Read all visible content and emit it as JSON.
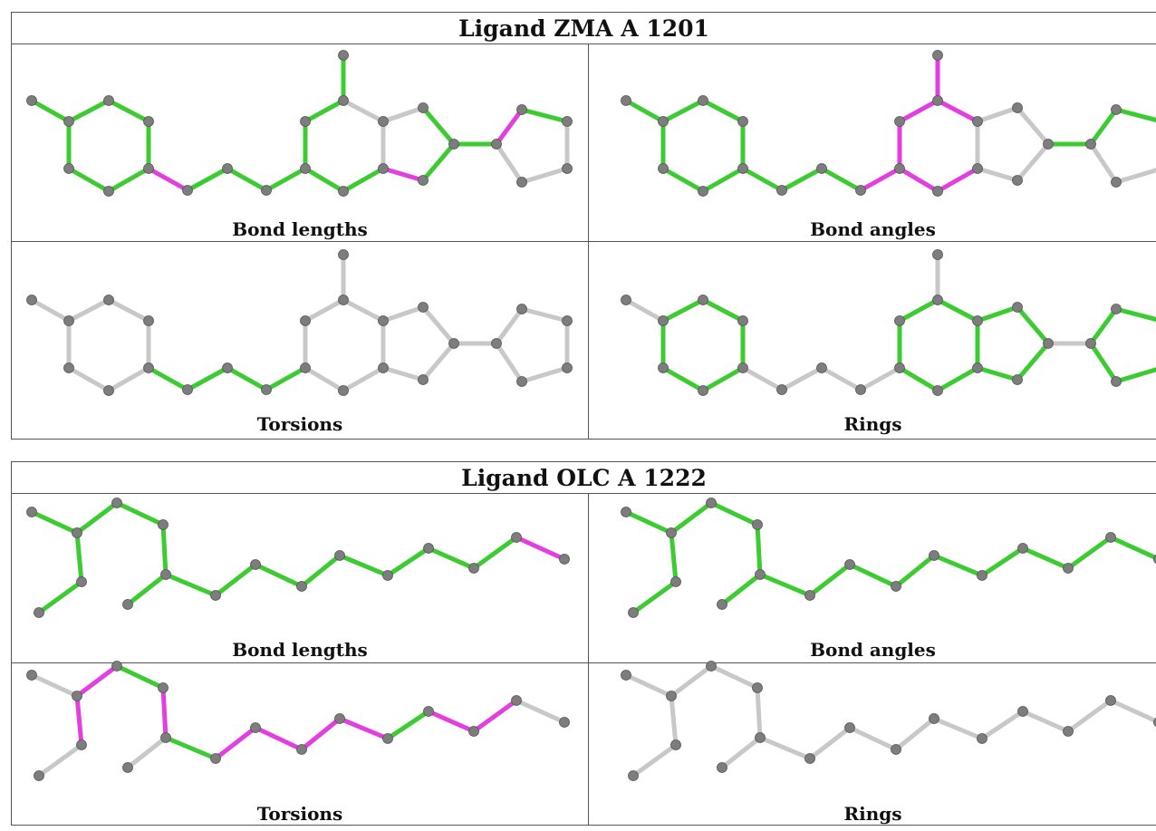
{
  "colors": {
    "green": "#3ccc32",
    "magenta": "#e33fe0",
    "gray": "#c8c8c8",
    "atom": "#7d7d7d"
  },
  "tables": [
    {
      "title": "Ligand ZMA A 1201",
      "molecule": "zma",
      "panels": [
        {
          "caption": "Bond lengths",
          "highlight": "bond_lengths"
        },
        {
          "caption": "Bond angles",
          "highlight": "bond_angles"
        },
        {
          "caption": "Torsions",
          "highlight": "torsions"
        },
        {
          "caption": "Rings",
          "highlight": "rings"
        }
      ]
    },
    {
      "title": "Ligand OLC A 1222",
      "molecule": "olc",
      "panels": [
        {
          "caption": "Bond lengths",
          "highlight": "bond_lengths"
        },
        {
          "caption": "Bond angles",
          "highlight": "bond_angles"
        },
        {
          "caption": "Torsions",
          "highlight": "torsions"
        },
        {
          "caption": "Rings",
          "highlight": "rings"
        }
      ]
    }
  ]
}
